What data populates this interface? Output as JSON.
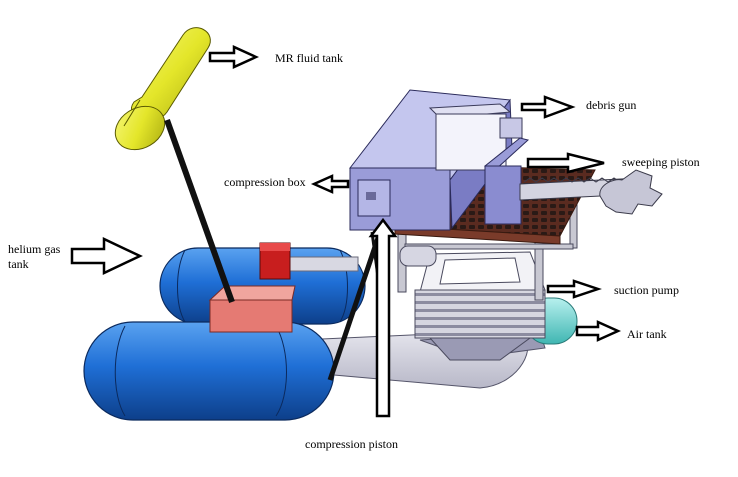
{
  "labels": {
    "mr_fluid_tank": "MR fluid tank",
    "debris_gun": "debris gun",
    "sweeping_piston": "sweeping piston",
    "compression_box": "compression box",
    "helium_gas_tank_line1": "helium gas",
    "helium_gas_tank_line2": "tank",
    "suction_pump": "suction pump",
    "air_tank": "Air tank",
    "compression_piston": "compression piston"
  },
  "colors": {
    "background": "#ffffff",
    "helium_tank_blue": "#1f6fd6",
    "mr_tank_yellow": "#e8ea2a",
    "compression_box_purple": "#9a9cd8",
    "debris_gun_lavender": "#c8c8e6",
    "mesh_brown": "#7a3b2a",
    "pink_block": "#e57a73",
    "red_block": "#c81e1e",
    "air_tank_teal": "#7fd9d6",
    "frame_grey": "#c8c8d2",
    "arrow_stroke": "#000000"
  },
  "icons": {
    "arrows": "hollow-block-arrow"
  }
}
